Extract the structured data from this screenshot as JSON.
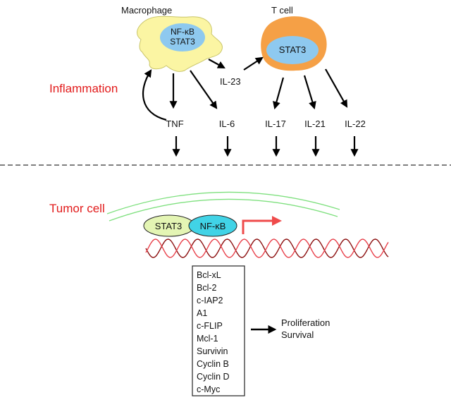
{
  "labels": {
    "macrophage": "Macrophage",
    "t_cell": "T cell",
    "inflammation": "Inflammation",
    "tumor_cell": "Tumor cell",
    "il23": "IL-23"
  },
  "macrophage_nucleus": [
    "NF-κB",
    "STAT3"
  ],
  "t_cell_nucleus": "STAT3",
  "cytokines": [
    "TNF",
    "IL-6",
    "IL-17",
    "IL-21",
    "IL-22"
  ],
  "tumor_factors": {
    "stat3": "STAT3",
    "nfkb": "NF-κB"
  },
  "target_genes": [
    "Bcl-xL",
    "Bcl-2",
    "c-IAP2",
    "A1",
    "c-FLIP",
    "Mcl-1",
    "Survivin",
    "Cyclin B",
    "Cyclin D",
    "c-Myc"
  ],
  "outcome": [
    "Proliferation",
    "Survival"
  ],
  "colors": {
    "macrophage": "#fbf5a3",
    "t_cell": "#f5a046",
    "nucleus": "#8ec9ef",
    "stat3_tumor": "#e4f5b4",
    "nfkb_tumor": "#41d3e6",
    "membrane": "#7ee07e",
    "dna_dark": "#8c1010",
    "dna_light": "#e8404a",
    "red_arrow": "#ef4b4b",
    "label_red": "#e21b1b"
  }
}
